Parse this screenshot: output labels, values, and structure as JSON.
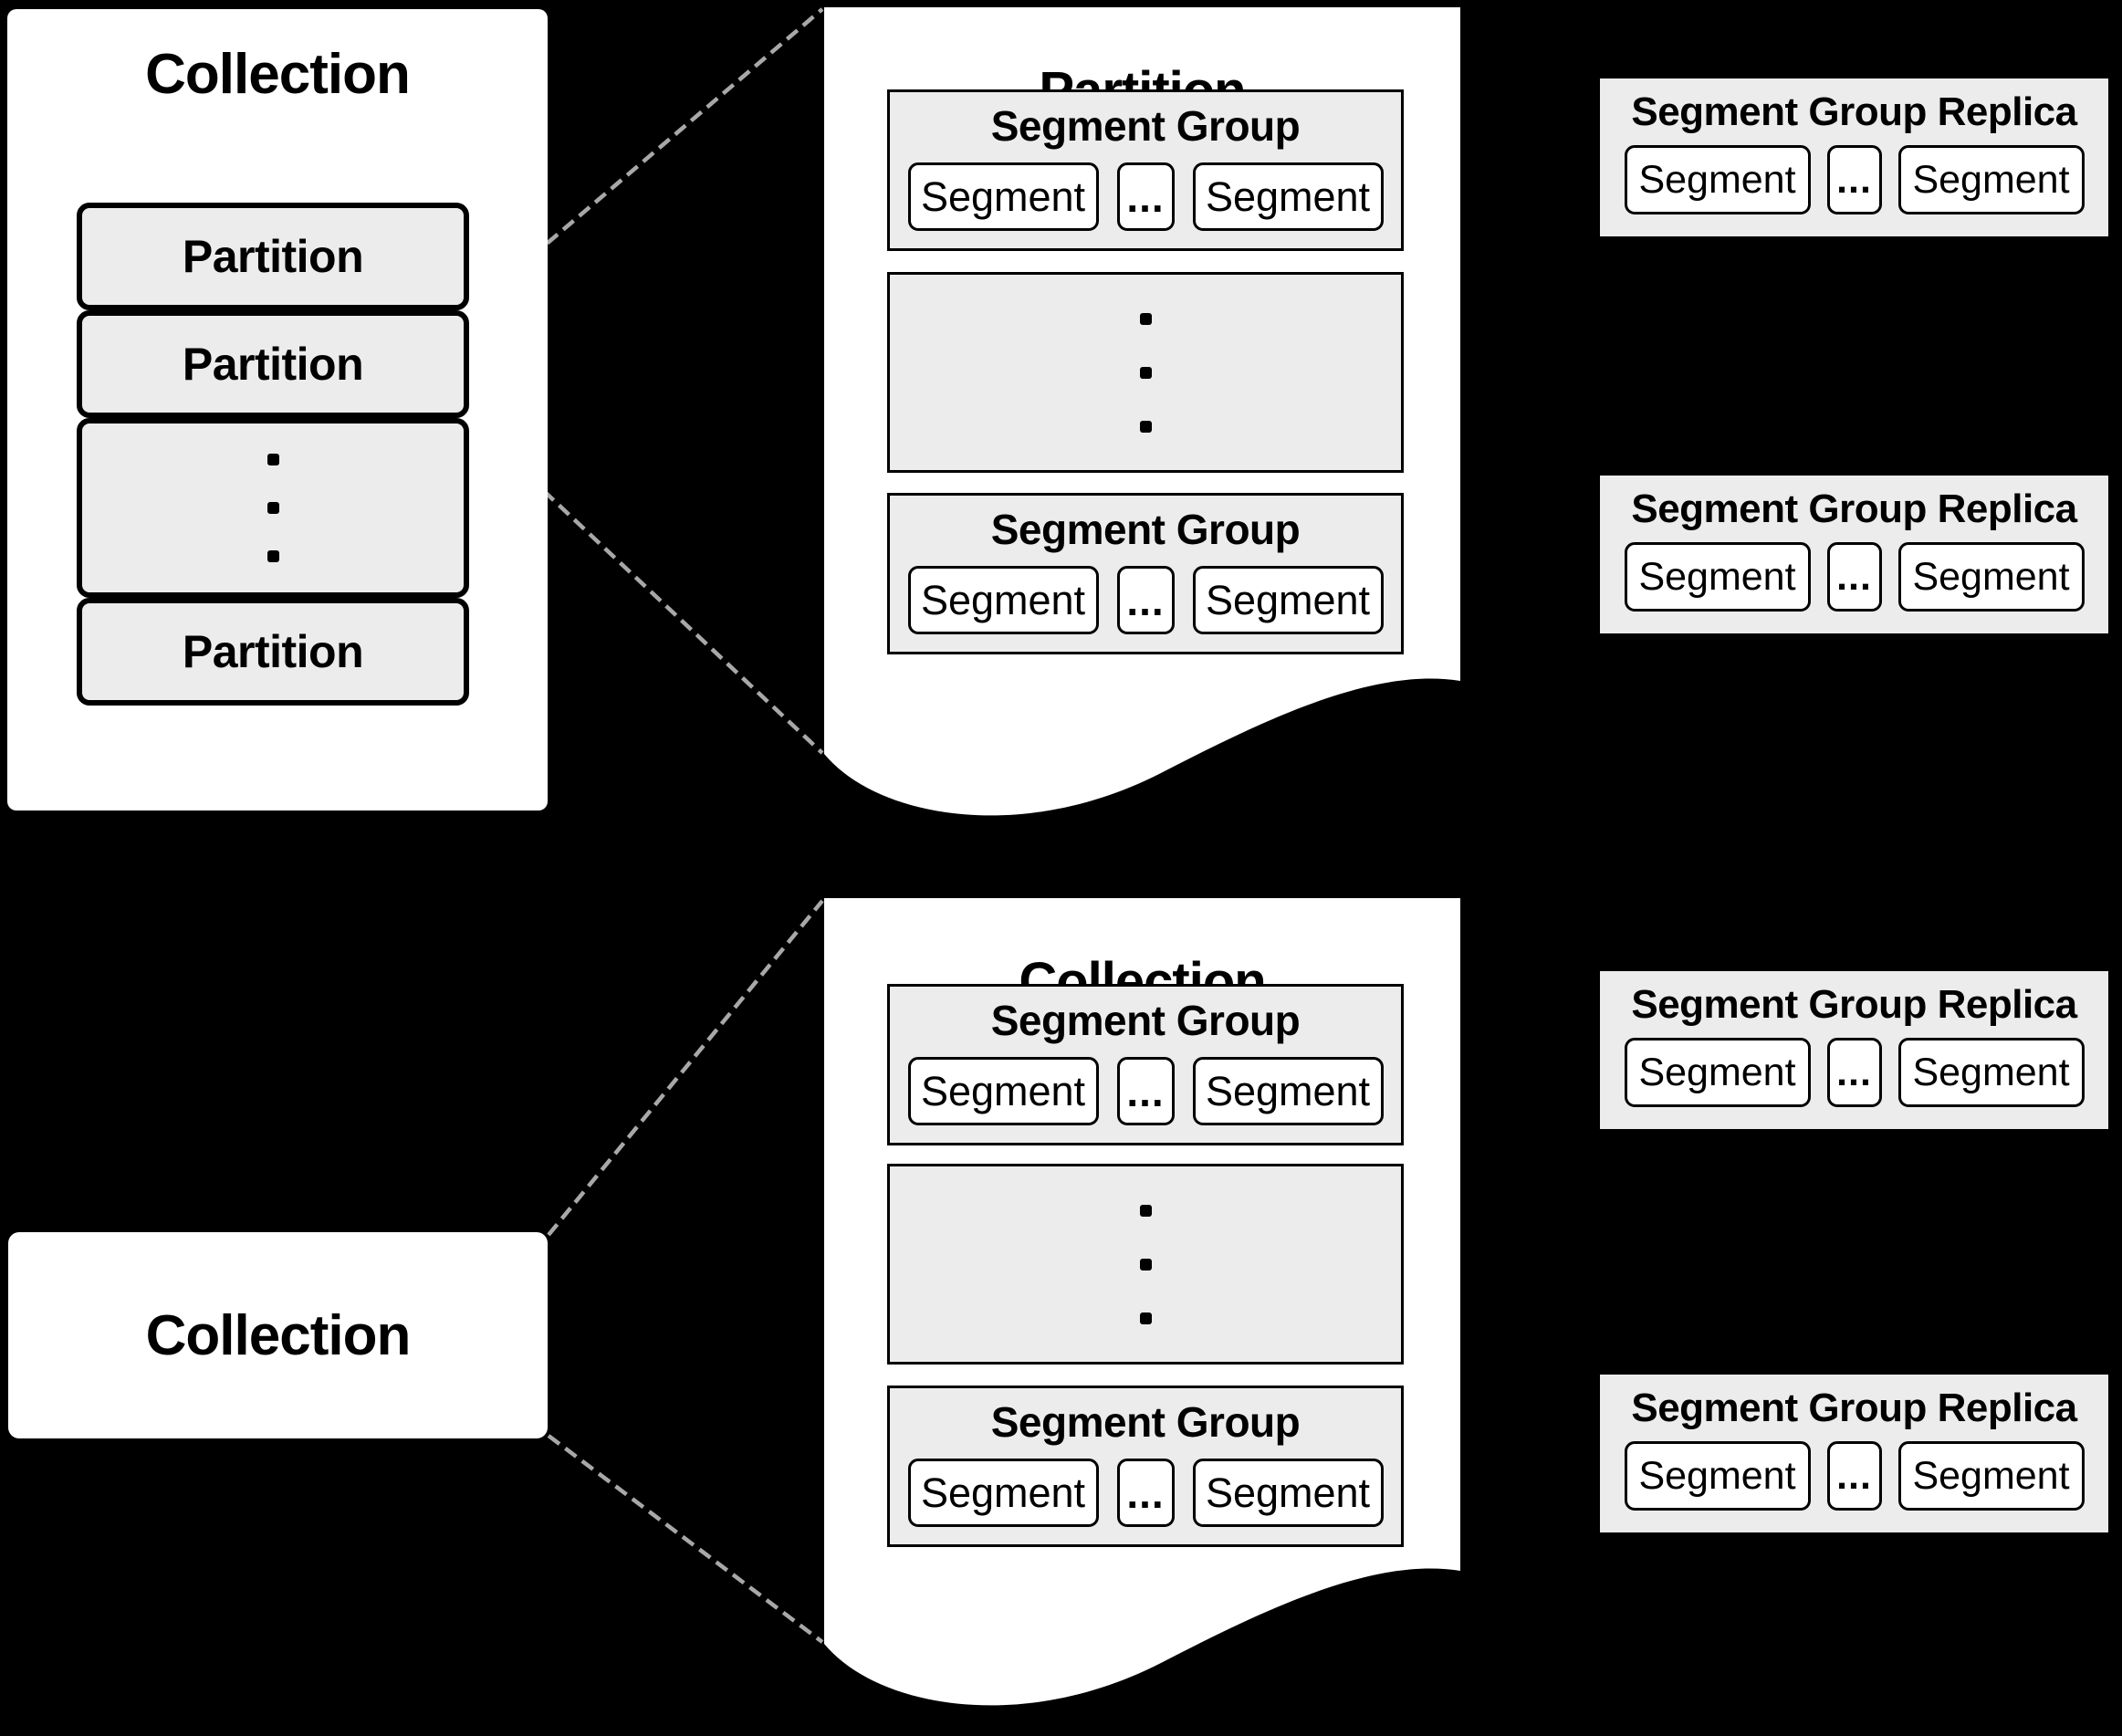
{
  "colors": {
    "background": "#000000",
    "page_white": "#ffffff",
    "box_fill": "#ececec",
    "border": "#000000",
    "dash_line": "#a8a8a8"
  },
  "icons": {
    "vertical_ellipsis": "vertical-dots",
    "horizontal_ellipsis": "..."
  },
  "left_panel": {
    "title": "Collection",
    "partitions": [
      "Partition",
      "Partition",
      "Partition"
    ]
  },
  "partition_detail": {
    "title": "Partition",
    "segment_groups": [
      {
        "title": "Segment Group",
        "segments": [
          "Segment",
          "...",
          "Segment"
        ]
      },
      {
        "title": "Segment Group",
        "segments": [
          "Segment",
          "...",
          "Segment"
        ]
      }
    ]
  },
  "collection_detail": {
    "title": "Collection",
    "segment_groups": [
      {
        "title": "Segment Group",
        "segments": [
          "Segment",
          "...",
          "Segment"
        ]
      },
      {
        "title": "Segment Group",
        "segments": [
          "Segment",
          "...",
          "Segment"
        ]
      }
    ]
  },
  "collection_label": {
    "title": "Collection"
  },
  "replicas": [
    {
      "title": "Segment Group Replica",
      "segments": [
        "Segment",
        "...",
        "Segment"
      ]
    },
    {
      "title": "Segment Group Replica",
      "segments": [
        "Segment",
        "...",
        "Segment"
      ]
    },
    {
      "title": "Segment Group Replica",
      "segments": [
        "Segment",
        "...",
        "Segment"
      ]
    },
    {
      "title": "Segment Group Replica",
      "segments": [
        "Segment",
        "...",
        "Segment"
      ]
    }
  ]
}
